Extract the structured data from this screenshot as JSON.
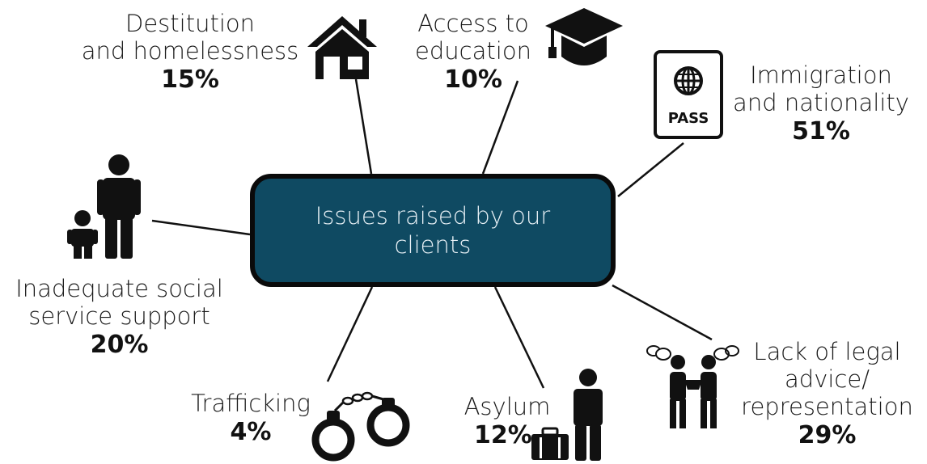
{
  "center": {
    "line1": "Issues raised by our",
    "line2": "clients"
  },
  "issues": [
    {
      "lines": [
        "Destitution",
        "and homelessness"
      ],
      "percent": "15%",
      "icon": "house-icon"
    },
    {
      "lines": [
        "Access to",
        "education"
      ],
      "percent": "10%",
      "icon": "graduation-cap-icon"
    },
    {
      "lines": [
        "Immigration",
        "and nationality"
      ],
      "percent": "51%",
      "icon": "passport-icon",
      "icon_text": "PASS"
    },
    {
      "lines": [
        "Inadequate social",
        "service support"
      ],
      "percent": "20%",
      "icon": "adult-and-child-icon"
    },
    {
      "lines": [
        "Lack of legal",
        "advice/",
        "representation"
      ],
      "percent": "29%",
      "icon": "two-people-talking-icon"
    },
    {
      "lines": [
        "Trafficking"
      ],
      "percent": "4%",
      "icon": "handcuffs-icon"
    },
    {
      "lines": [
        "Asylum"
      ],
      "percent": "12%",
      "icon": "person-with-suitcase-icon"
    }
  ],
  "colors": {
    "center_fill": "#0f4a62",
    "center_text": "#e8f1f6",
    "border": "#0a0a0a",
    "text": "#1a1a1a"
  }
}
